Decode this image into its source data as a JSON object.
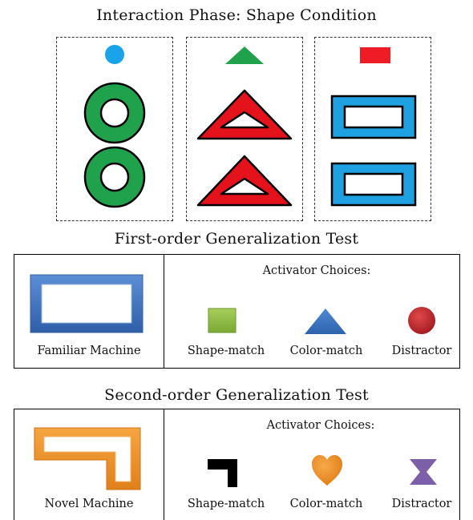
{
  "interaction": {
    "title": "Interaction Phase: Shape Condition",
    "panels": [
      {
        "activator": "circle",
        "activator_color": "#1aa3e8",
        "machine": "ring",
        "machine_color": "#1fa24b"
      },
      {
        "activator": "triangle",
        "activator_color": "#1fa24b",
        "machine": "triangle-outline",
        "machine_color": "#e3121b"
      },
      {
        "activator": "rectangle",
        "activator_color": "#ee1c24",
        "machine": "rectangle-outline",
        "machine_color": "#1fa0e0"
      }
    ]
  },
  "first_order": {
    "title": "First-order Generalization Test",
    "machine_label": "Familiar Machine",
    "choices_heading": "Activator Choices:",
    "choices": [
      {
        "label": "Shape-match",
        "icon": "green-square",
        "color": "#8fbf3c"
      },
      {
        "label": "Color-match",
        "icon": "blue-triangle",
        "color": "#3a76c4"
      },
      {
        "label": "Distractor",
        "icon": "red-circle",
        "color": "#c0262a"
      }
    ]
  },
  "second_order": {
    "title": "Second-order Generalization Test",
    "machine_label": "Novel Machine",
    "choices_heading": "Activator Choices:",
    "choices": [
      {
        "label": "Shape-match",
        "icon": "black-l-shape",
        "color": "#000000"
      },
      {
        "label": "Color-match",
        "icon": "orange-heart",
        "color": "#f39021"
      },
      {
        "label": "Distractor",
        "icon": "purple-bowtie",
        "color": "#7b5fa8"
      }
    ]
  },
  "colors": {
    "familiar_machine": "#4472c4",
    "novel_machine": "#f39021"
  }
}
